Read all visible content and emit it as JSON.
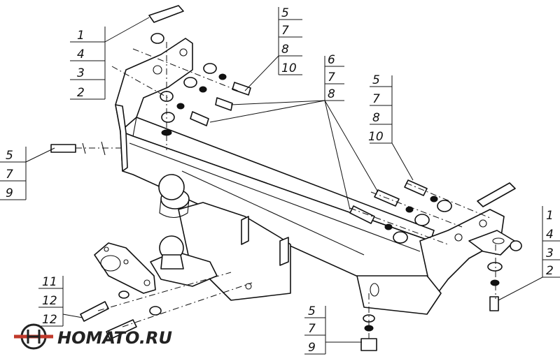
{
  "logo": {
    "text": "HOMATO.RU",
    "icon": "homato-logo-icon",
    "accent": "#c0392b"
  },
  "callouts": [
    {
      "id": "top-left",
      "labels": [
        "1",
        "4",
        "3",
        "2"
      ]
    },
    {
      "id": "top-center",
      "labels": [
        "5",
        "7",
        "8",
        "10"
      ]
    },
    {
      "id": "center",
      "labels": [
        "6",
        "7",
        "8"
      ]
    },
    {
      "id": "right-upper",
      "labels": [
        "5",
        "7",
        "8",
        "10"
      ]
    },
    {
      "id": "left",
      "labels": [
        "5",
        "7",
        "9"
      ]
    },
    {
      "id": "right-lower",
      "labels": [
        "1",
        "4",
        "3",
        "2"
      ]
    },
    {
      "id": "bottom-left",
      "labels": [
        "11",
        "12",
        "12"
      ]
    },
    {
      "id": "bottom-center",
      "labels": [
        "5",
        "7",
        "9"
      ]
    }
  ]
}
